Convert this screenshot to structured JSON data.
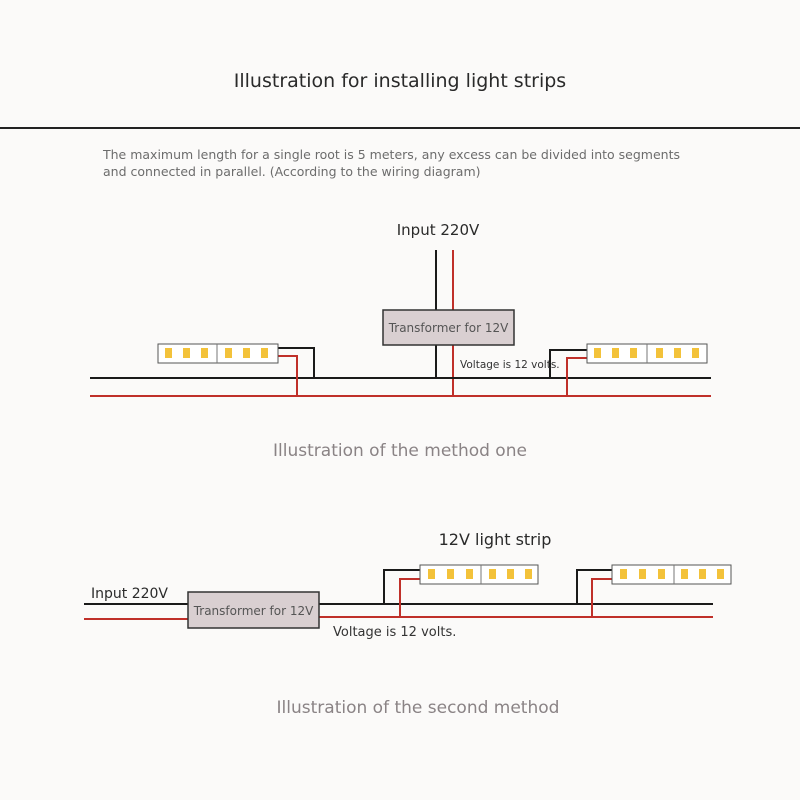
{
  "header": {
    "title": "Illustration for installing light strips",
    "note": "The maximum length for a single root is 5 meters, any excess can be divided into segments and connected in parallel. (According to the wiring diagram)"
  },
  "method_one": {
    "input_label": "Input 220V",
    "transformer_label": "Transformer for 12V",
    "voltage_label": "Voltage is 12 volts.",
    "caption": "Illustration of the method one"
  },
  "method_two": {
    "strip_label": "12V light strip",
    "input_label": "Input 220V",
    "transformer_label": "Transformer for 12V",
    "voltage_label": "Voltage is 12 volts.",
    "caption": "Illustration of the second method"
  },
  "colors": {
    "wire_black": "#1a1a1a",
    "wire_red": "#c0302a",
    "transformer_fill": "#d9cfd1",
    "led_yellow": "#f3c23a",
    "caption_gray": "#8a8385"
  }
}
